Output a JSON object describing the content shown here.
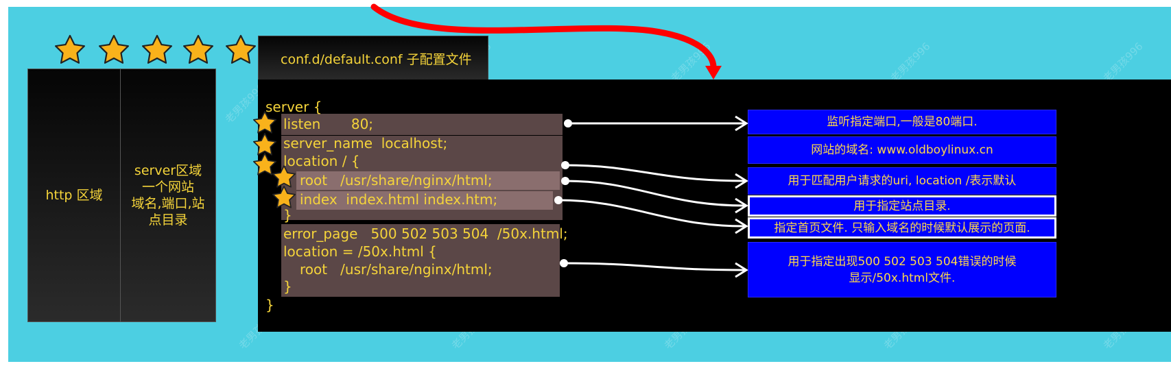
{
  "pillars": {
    "http": "http 区域",
    "server": "server区域\n一个网站\n域名,端口,站\n点目录"
  },
  "conf_tab": "conf.d/default.conf 子配置文件",
  "code_lines": [
    "server {",
    "listen       80;",
    "server_name  localhost;",
    "location / {",
    "root   /usr/share/nginx/html;",
    "index  index.html index.htm;",
    "}",
    "error_page   500 502 503 504  /50x.html;",
    "location = /50x.html {",
    "root   /usr/share/nginx/html;",
    "}",
    "}"
  ],
  "descriptions": [
    "监听指定端口,一般是80端口.",
    "网站的域名: www.oldboylinux.cn",
    "用于匹配用户请求的uri, location /表示默认",
    "用于指定站点目录.",
    "指定首页文件. 只输入域名的时候默认展示的页面.",
    "用于指定出现500 502 503 504错误的时候\n显示/50x.html文件."
  ],
  "watermark": "老男孩996",
  "colors": {
    "background": "#4ccfe2",
    "code_text": "#f5d43a",
    "description_box": "#0000ff",
    "star": "#f9b21b",
    "red_arrow": "#ff0000"
  },
  "icons": [
    "star-icon",
    "arrow-icon"
  ]
}
